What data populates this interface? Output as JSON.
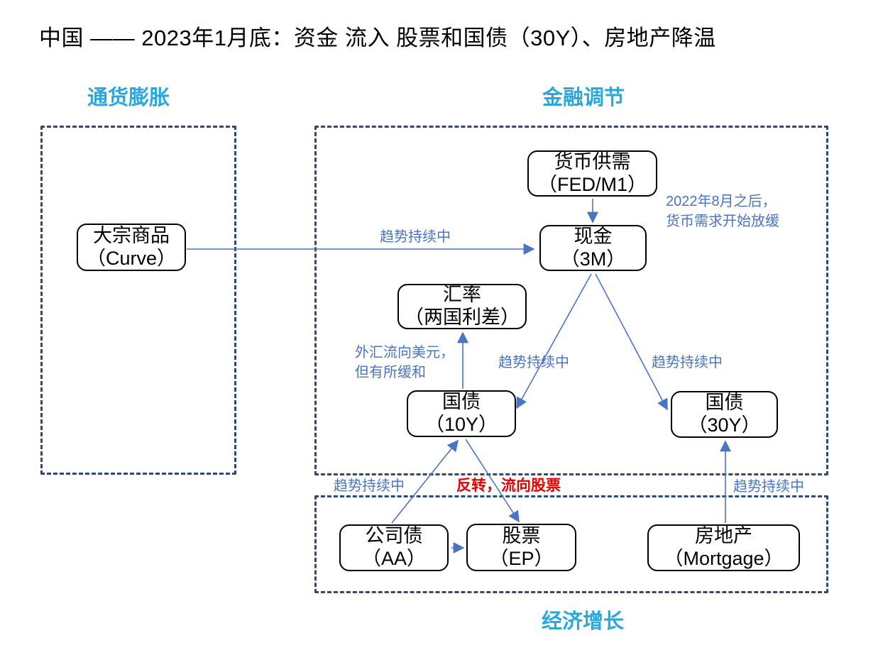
{
  "title": "中国 —— 2023年1月底：资金 流入 股票和国债（30Y）、房地产降温",
  "sections": {
    "inflation": {
      "label": "通货膨胀"
    },
    "finance": {
      "label": "金融调节"
    },
    "growth": {
      "label": "经济增长"
    }
  },
  "nodes": {
    "commodity": {
      "line1": "大宗商品",
      "line2": "（Curve）"
    },
    "money_supply": {
      "line1": "货币供需",
      "line2": "（FED/M1）"
    },
    "cash": {
      "line1": "现金",
      "line2": "（3M）"
    },
    "fx": {
      "line1": "汇率",
      "line2": "（两国利差）"
    },
    "bond10": {
      "line1": "国债",
      "line2": "（10Y）"
    },
    "bond30": {
      "line1": "国债",
      "line2": "（30Y）"
    },
    "corp_bond": {
      "line1": "公司债",
      "line2": "（AA）"
    },
    "stock": {
      "line1": "股票",
      "line2": "（EP）"
    },
    "property": {
      "line1": "房地产",
      "line2": "（Mortgage）"
    }
  },
  "annotations": {
    "trend_commodity_cash": "趋势持续中",
    "fed_note_line1": "2022年8月之后，",
    "fed_note_line2": "货币需求开始放缓",
    "fx_note_line1": "外汇流向美元，",
    "fx_note_line2": "但有所缓和",
    "trend_cash_bond10": "趋势持续中",
    "trend_cash_bond30": "趋势持续中",
    "trend_corpbond_bond10": "趋势持续中",
    "reversal_to_stock": "反转，流向股票",
    "trend_property_bond30": "趋势持续中"
  },
  "colors": {
    "section_label": "#29a8e0",
    "arrow_blue": "#4a74c4",
    "dashed_border": "#2e4a7a",
    "reversal_red": "#e60000",
    "node_border": "#000000"
  }
}
